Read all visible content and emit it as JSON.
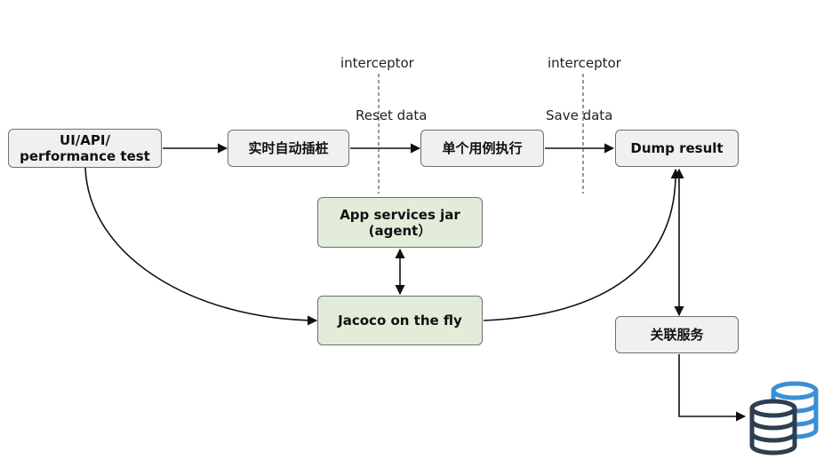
{
  "nodes": {
    "test": "UI/API/\nperformance test",
    "instrument": "实时自动插桩",
    "single_case": "单个用例执行",
    "dump": "Dump result",
    "app_jar": "App services jar\n(agent）",
    "jacoco": "Jacoco on the fly",
    "related": "关联服务"
  },
  "labels": {
    "interceptor_1": "interceptor",
    "interceptor_2": "interceptor",
    "reset": "Reset data",
    "save": "Save data"
  },
  "icons": {
    "database": "database-icon"
  },
  "colors": {
    "grey_box": "#f0f0f0",
    "green_box": "#e2ecd9",
    "db_front": "#2d3e50",
    "db_back": "#3a8fd6"
  }
}
